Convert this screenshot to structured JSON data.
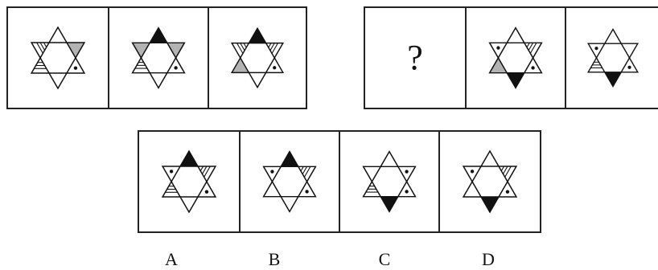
{
  "question_sequence": {
    "figures": [
      {
        "slot": "figure-1",
        "top": "white",
        "bottom": "white",
        "upper_left": "striped",
        "upper_right": "grey",
        "lower_left": "striped",
        "lower_right": "dot"
      },
      {
        "slot": "figure-2",
        "top": "black",
        "bottom": "white",
        "upper_left": "grey",
        "upper_right": "grey",
        "lower_left": "striped",
        "lower_right": "dot"
      },
      {
        "slot": "figure-3",
        "top": "black",
        "bottom": "white",
        "upper_left": "striped",
        "upper_right": "striped",
        "lower_left": "grey",
        "lower_right": "dot"
      },
      {
        "slot": "question",
        "text": "?"
      },
      {
        "slot": "figure-5",
        "top": "white",
        "bottom": "black",
        "upper_left": "dot",
        "upper_right": "striped",
        "lower_left": "grey",
        "lower_right": "dot"
      },
      {
        "slot": "figure-6",
        "top": "white",
        "bottom": "black",
        "upper_left": "dot",
        "upper_right": "white",
        "lower_left": "striped",
        "lower_right": "dot"
      }
    ]
  },
  "options": [
    {
      "label": "A",
      "top": "black",
      "bottom": "white",
      "upper_left": "dot",
      "upper_right": "striped",
      "lower_left": "striped",
      "lower_right": "dot"
    },
    {
      "label": "B",
      "top": "black",
      "bottom": "white",
      "upper_left": "dot",
      "upper_right": "striped",
      "lower_left": "white",
      "lower_right": "dot"
    },
    {
      "label": "C",
      "top": "white",
      "bottom": "black",
      "upper_left": "white",
      "upper_right": "dot",
      "lower_left": "striped",
      "lower_right": "dot"
    },
    {
      "label": "D",
      "top": "white",
      "bottom": "black",
      "upper_left": "dot",
      "upper_right": "striped",
      "lower_left": "white",
      "lower_right": "dot"
    }
  ],
  "colors": {
    "line": "#111111",
    "grey": "#b3b3b3",
    "black": "#111111",
    "white": "#ffffff"
  }
}
